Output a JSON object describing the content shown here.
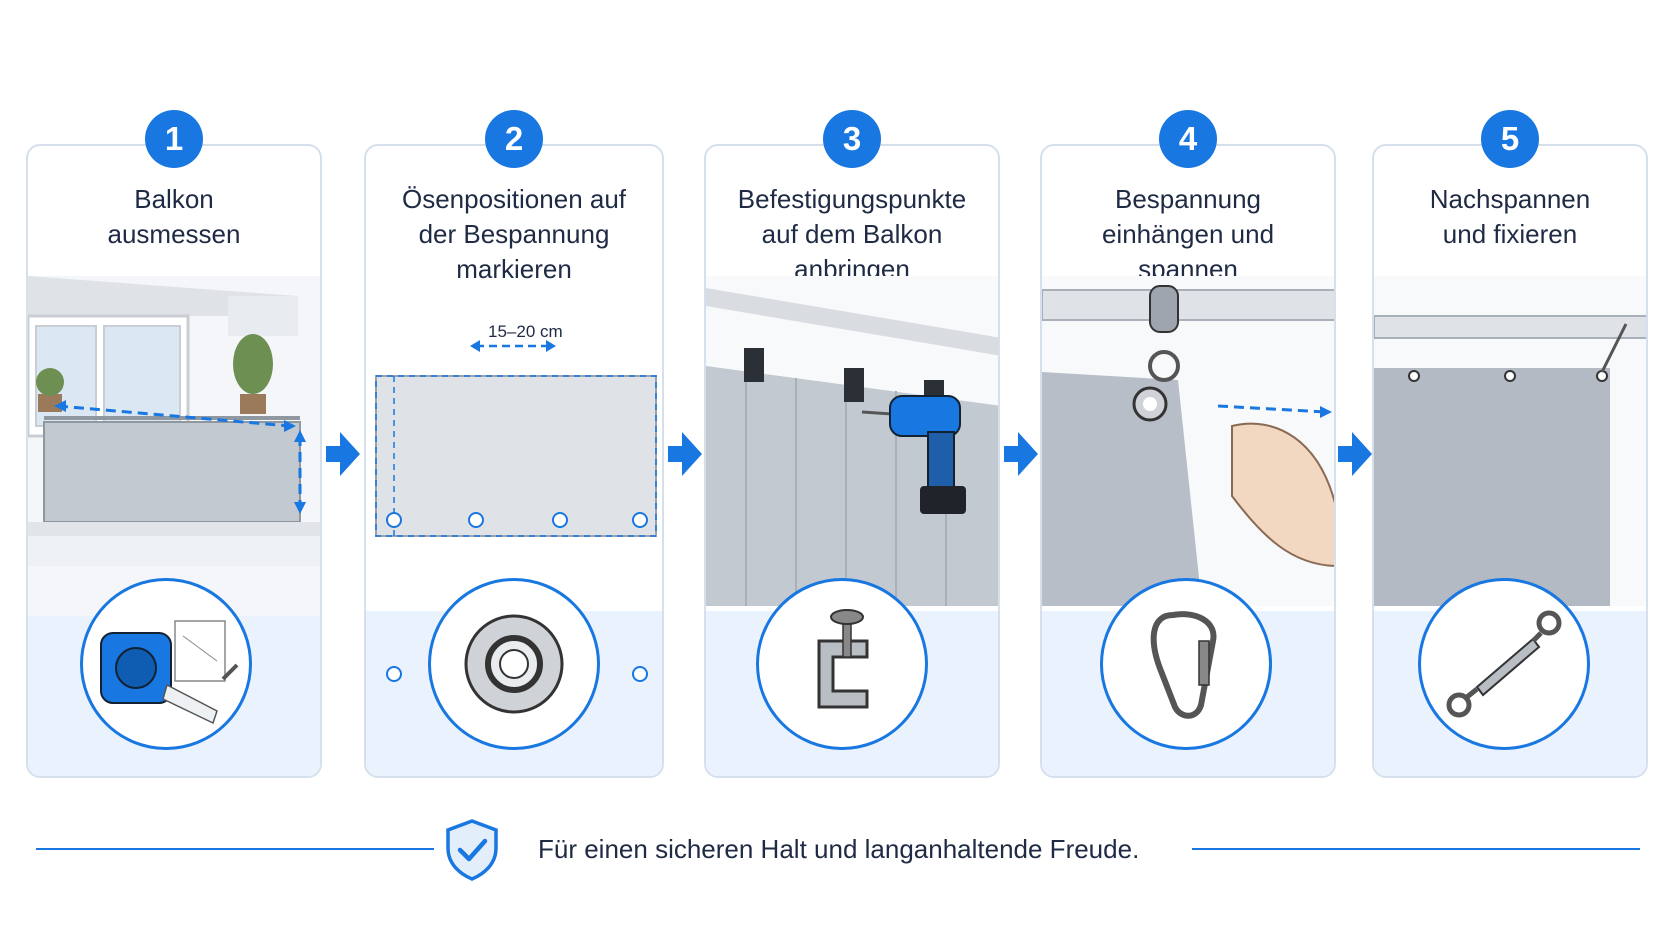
{
  "steps": [
    {
      "number": "1",
      "title": "Balkon\nausmessen",
      "tool_icon": "tape-measure-icon"
    },
    {
      "number": "2",
      "title": "Ösenpositionen auf\nder Bespannung\nmarkieren",
      "tool_icon": "eyelet-icon",
      "dimension_label": "15–20 cm"
    },
    {
      "number": "3",
      "title": "Befestigungspunkte\nauf dem Balkon\nanbringen",
      "tool_icon": "clamp-icon"
    },
    {
      "number": "4",
      "title": "Bespannung\neinhängen und\nspannen",
      "tool_icon": "carabiner-icon"
    },
    {
      "number": "5",
      "title": "Nachspannen\nund fixieren",
      "tool_icon": "turnbuckle-icon"
    }
  ],
  "footer": {
    "text": "Für einen sicheren Halt und langanhaltende Freude.",
    "icon": "shield-check-icon"
  },
  "colors": {
    "accent": "#1877e0",
    "card_border": "#d6e0ec",
    "card_bottom": "#eaf3fd",
    "fabric": "#c3c9d1"
  }
}
